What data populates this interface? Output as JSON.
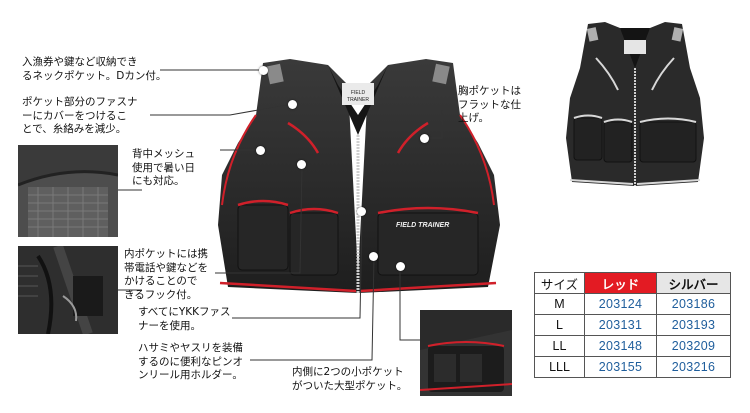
{
  "annotations": {
    "neck_pocket": "入漁券や鍵など収納でき\nるネックポケット。Dカン付。",
    "zipper_cover": "ポケット部分のファスナ\nーにカバーをつけるこ\nとで、糸絡みを減少。",
    "back_mesh": "背中メッシュ\n使用で暑い日\nにも対応。",
    "inner_pocket": "内ポケットには携\n帯電話や鍵などを\nかけることので\nきるフック付。",
    "ykk": "すべてにYKKファス\nナーを使用。",
    "holder": "ハサミやヤスリを装備\nするのに便利なピンオ\nンリール用ホルダー。",
    "chest_pocket": "胸ポケットは\nフラットな仕\n上げ。",
    "large_pocket": "内側に2つの小ポケット\nがついた大型ポケット。"
  },
  "brand_logo": "FIELD TRAINER",
  "size_table": {
    "headers": [
      "サイズ",
      "レッド",
      "シルバー"
    ],
    "rows": [
      [
        "M",
        "203124",
        "203186"
      ],
      [
        "L",
        "203131",
        "203193"
      ],
      [
        "LL",
        "203148",
        "203209"
      ],
      [
        "LLL",
        "203155",
        "203216"
      ]
    ]
  },
  "colors": {
    "vest_body": "#2b2b2b",
    "red_trim": "#d0202a",
    "silver_trim": "#c9c9c9",
    "red_header": "#e31b23",
    "code_blue": "#1f5e9c"
  }
}
